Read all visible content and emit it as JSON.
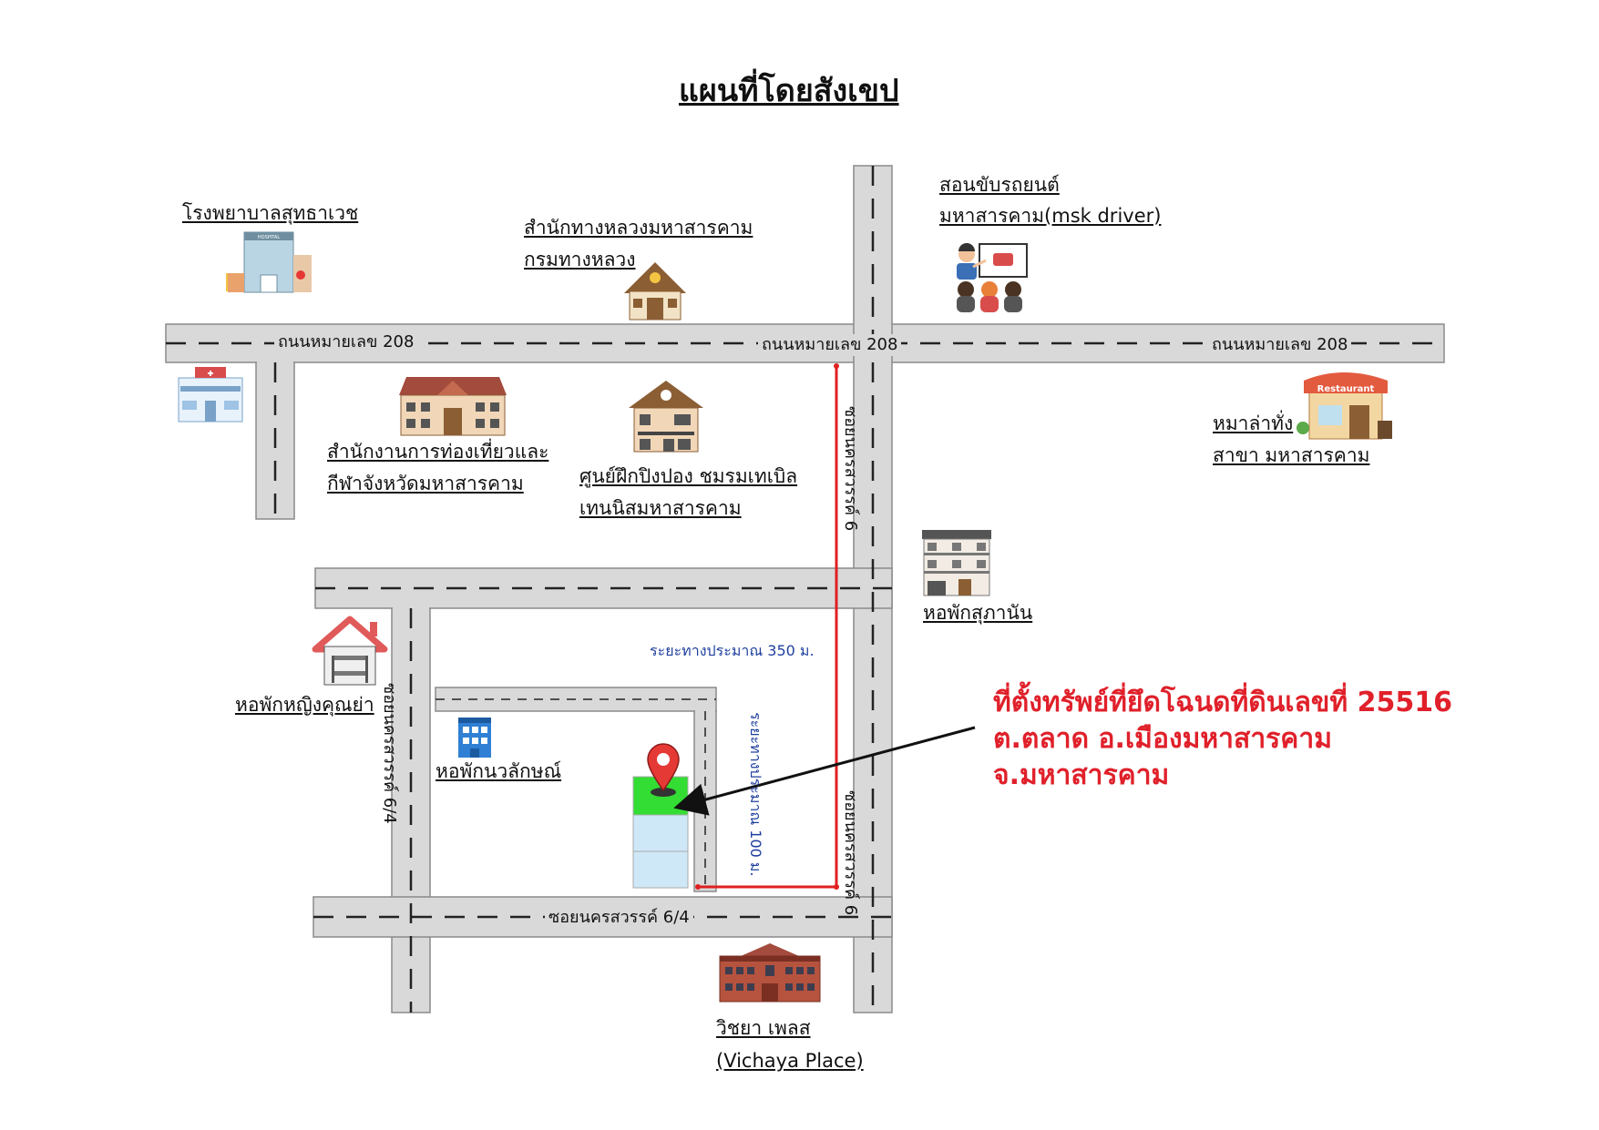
{
  "title": "แผนที่โดยสังเขป",
  "roads": {
    "main_road_left": "ถนนหมายเลข 208",
    "main_road_center": "ถนนหมายเลข 208",
    "main_road_right": "ถนนหมายเลข 208",
    "soi_6_upper": "ซอยนครสวรรค์ 6",
    "soi_6_lower": "ซอยนครสวรรค์ 6",
    "soi_6_4_vertical": "ซอยนครสวรรค์ 6/4",
    "soi_6_4_horizontal": "ซอยนครสวรรค์ 6/4"
  },
  "distances": {
    "d350": "ระยะทางประมาณ 350 ม.",
    "d100": "ระยะทางประมาณ 100 ม."
  },
  "landmarks": {
    "hospital": "โรงพยาบาลสุทธาเวช",
    "highway_office_1": "สำนักทางหลวงมหาสารคาม",
    "highway_office_2": "กรมทางหลวง",
    "driving_school_1": "สอนขับรถยนต์",
    "driving_school_2": "มหาสารคาม(msk driver)",
    "tourism_office_1": "สำนักงานการท่องเที่ยวและ",
    "tourism_office_2": "กีฬาจังหวัดมหาสารคาม",
    "pingpong_1": "ศูนย์ฝึกปิงปอง ชมรมเทเบิล",
    "pingpong_2": "เทนนิสมหาสารคาม",
    "restaurant_1": "หมาล่าทั่ง",
    "restaurant_2": "สาขา มหาสารคาม",
    "dorm_supanan": "หอพักสุภานัน",
    "dorm_kunya": "หอพักหญิงคุณย่า",
    "dorm_nawalak": "หอพักนวลักษณ์",
    "vichaya_1": "วิชยา เพลส",
    "vichaya_2": "(Vichaya Place)",
    "restaurant_sign": "Restaurant",
    "hospital_sign": "HOSPITAL"
  },
  "target": {
    "line1": "ที่ตั้งทรัพย์ที่ยึดโฉนดที่ดินเลขที่ 25516",
    "line2": "ต.ตลาด อ.เมืองมหาสารคาม",
    "line3": "จ.มหาสารคาม"
  },
  "colors": {
    "road": "#d9d9d9",
    "road_edge": "#888888",
    "route": "#e02020",
    "target_text": "#e0202a",
    "plot_green": "#33dd33",
    "plot_blue": "#cfe8f7",
    "distance_text": "#1f3f9f"
  }
}
